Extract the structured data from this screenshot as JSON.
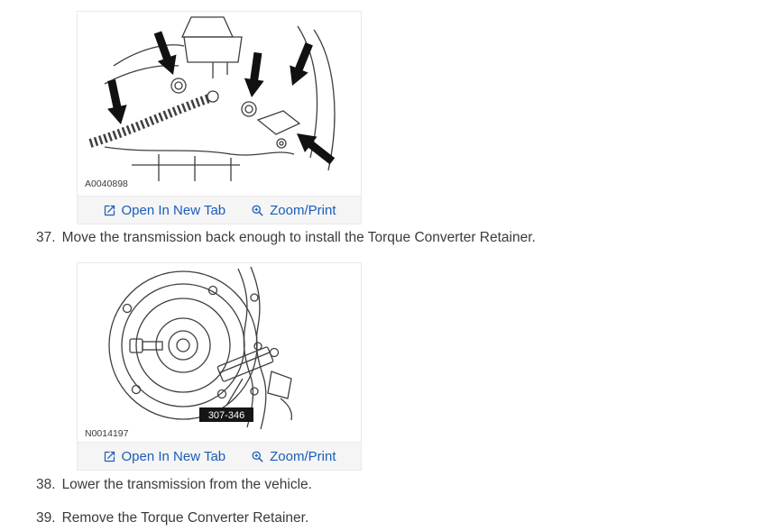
{
  "colors": {
    "link": "#1a5db8",
    "text": "#3b3b3b",
    "toolbar_bg": "#f5f5f5",
    "border": "#e9e9e9",
    "badge_bg": "#151515",
    "arrow": "#111111"
  },
  "icons": {
    "open_in_new_tab": "open-in-new-tab-icon",
    "zoom_print": "magnifier-plus-icon"
  },
  "figures": [
    {
      "label": "A0040898",
      "alt": "Engine compartment diagram with arrows indicating bolt locations",
      "toolbar": {
        "open_label": "Open In New Tab",
        "zoom_label": "Zoom/Print"
      }
    },
    {
      "label": "N0014197",
      "badge": "307-346",
      "alt": "Torque converter diagram with retainer tool 307-346",
      "toolbar": {
        "open_label": "Open In New Tab",
        "zoom_label": "Zoom/Print"
      }
    }
  ],
  "steps": [
    {
      "number": "37.",
      "text": "Move the transmission back enough to install the Torque Converter Retainer."
    },
    {
      "number": "38.",
      "text": "Lower the transmission from the vehicle."
    },
    {
      "number": "39.",
      "text": "Remove the Torque Converter Retainer."
    }
  ]
}
